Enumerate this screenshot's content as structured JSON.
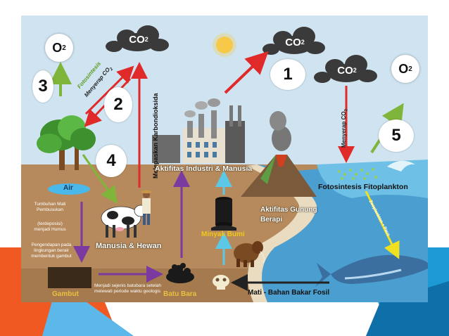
{
  "labels": {
    "co2": "CO",
    "co2_sub": "2",
    "o2": "O",
    "o2_sub": "2",
    "num1": "1",
    "num2": "2",
    "num3": "3",
    "num4": "4",
    "num5": "5",
    "fotosintesis": "Fotosintesis",
    "menyerap_co2": "Menyerap CO",
    "menyerap_co2_right": "Menyerap CO",
    "melepaskan": "Melepaskan Karbondioksida",
    "industri": "Aktifitas Industri & Manusia",
    "fitoplankton": "Fotosintesis Fitoplankton",
    "zooplankton": "Zooplankton + Paus",
    "air": "Air",
    "tumbuhan_mati": "Tumbuhan Mati Pembusukan",
    "terdeposisi": "(terdeposisi) menjadi Humus",
    "pengendapan": "Pengendapan pada lingkungan berair membentuk gambut",
    "manusia_hewan": "Manusia & Hewan",
    "minyak_bumi": "Minyak Bumi",
    "aktifitas_gunung": "Aktifitas Gunung Berapi",
    "gambut": "Gambut",
    "menjadi_batubara": "Menjadi sejenis batubara setelah melewati periode waktu geologis",
    "batu_bara": "Batu Bara",
    "mati_bahan_bakar": "Mati - Bahan Bakar Fosil"
  },
  "colors": {
    "sky": "#cfe4f0",
    "ground": "#b68a5c",
    "sea": "#4a9fd0",
    "arrow_red": "#e02a2a",
    "arrow_green": "#7fb53a",
    "arrow_purple": "#7a3aa0",
    "arrow_cyan": "#5cc8e6",
    "arrow_yellow": "#f0e020",
    "arrow_black": "#222222",
    "cloud": "#3a3a3a",
    "corner_orange": "#f05a22",
    "corner_blue": "#1b9ad6"
  }
}
